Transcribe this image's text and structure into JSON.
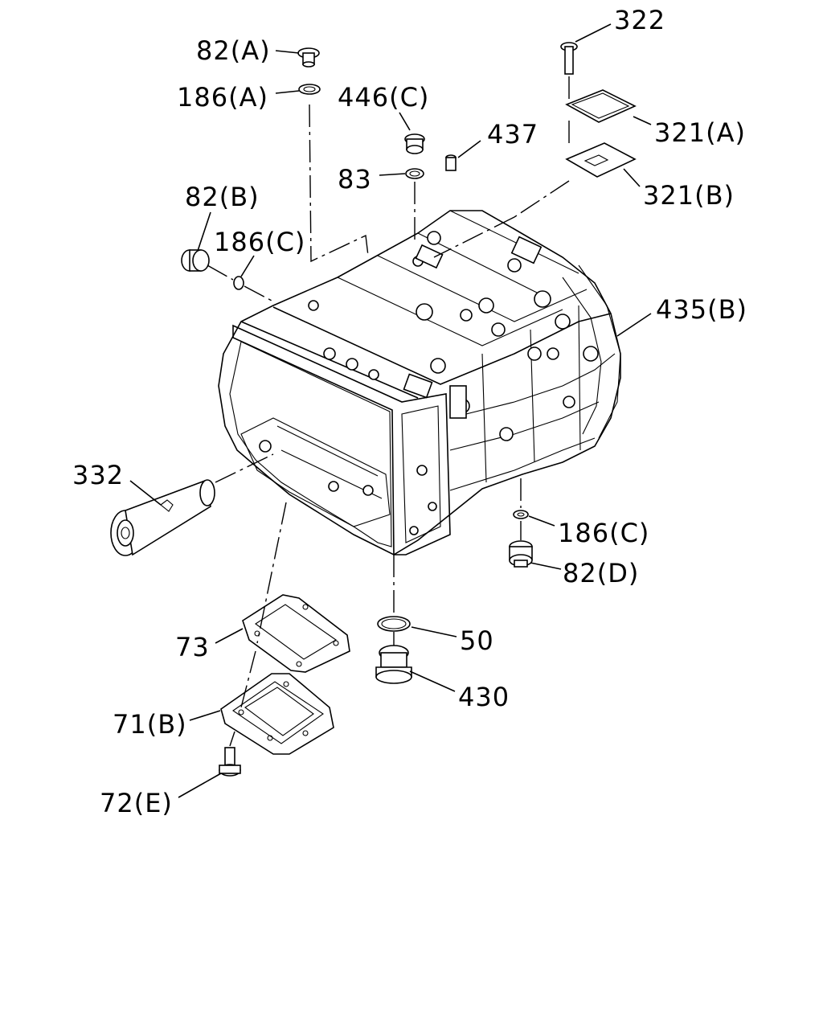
{
  "callouts": {
    "p322": "322",
    "p82a": "82(A)",
    "p186a": "186(A)",
    "p446c": "446(C)",
    "p437": "437",
    "p83": "83",
    "p321a": "321(A)",
    "p321b": "321(B)",
    "p82b": "82(B)",
    "p186c_top": "186(C)",
    "p435b": "435(B)",
    "p332": "332",
    "p186c_bottom": "186(C)",
    "p82d": "82(D)",
    "p73": "73",
    "p50": "50",
    "p430": "430",
    "p71b": "71(B)",
    "p72e": "72(E)"
  }
}
